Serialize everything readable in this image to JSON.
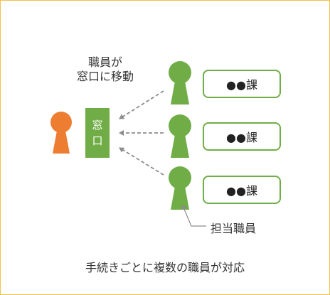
{
  "annotation": {
    "line1": "職員が",
    "line2": "窓口に移動"
  },
  "counter": {
    "char1": "窓",
    "char2": "口"
  },
  "departments": [
    {
      "label": "●●課"
    },
    {
      "label": "●●課"
    },
    {
      "label": "●●課"
    }
  ],
  "staff_label": "担当職員",
  "caption": "手続きごとに複数の職員が対応",
  "colors": {
    "visitor": "#ed7d31",
    "staff": "#70ad47",
    "counter": "#70ad47",
    "frame": "#f0c24a",
    "arrow": "#8c8c8c"
  }
}
